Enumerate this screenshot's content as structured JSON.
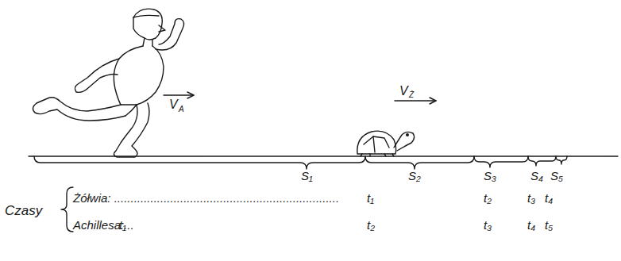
{
  "diagram": {
    "labels": [
      "V",
      "A",
      "V",
      "Ż",
      "S₁",
      "S₂",
      "S₃",
      "S₄",
      "S₅",
      "Czasy",
      "Żółwia: ....................................................................",
      "t₁",
      "t₂",
      "t₃",
      "t₄",
      "Achillesa:...",
      "t₁",
      "t₂",
      "t₃",
      "t₄",
      "t₅"
    ]
  }
}
